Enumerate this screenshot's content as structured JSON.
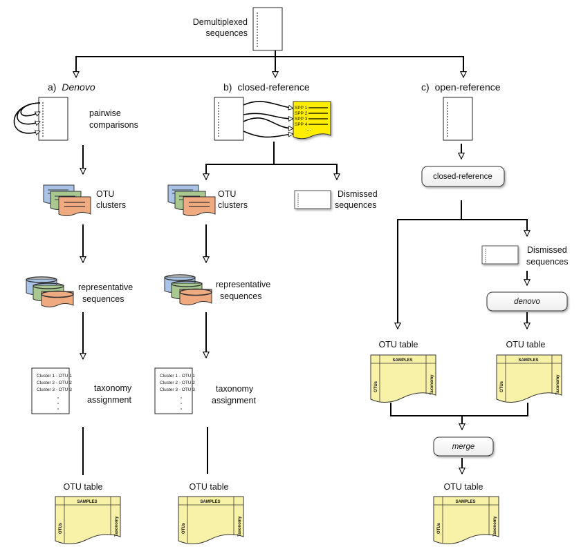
{
  "source": {
    "label_line1": "Demultiplexed",
    "label_line2": "sequences"
  },
  "branches": {
    "a": {
      "prefix": "a)",
      "title": "Denovo",
      "step1_line1": "pairwise",
      "step1_line2": "comparisons"
    },
    "b": {
      "prefix": "b)",
      "title": "closed-reference"
    },
    "c": {
      "prefix": "c)",
      "title": "open-reference"
    }
  },
  "labels": {
    "otu_line1": "OTU",
    "otu_line2": "clusters",
    "rep_line1": "representative",
    "rep_line2": "sequences",
    "tax_line1": "taxonomy",
    "tax_line2": "assignment",
    "dismissed_line1": "Dismissed",
    "dismissed_line2": "sequences",
    "otu_table": "OTU table"
  },
  "reference_db": {
    "entries": [
      "SPP 1",
      "SPP 2",
      "SPP 3",
      "SPP 4"
    ],
    "more": "..."
  },
  "taxonomy_list": {
    "rows": [
      "Cluster 1 - OTU 1",
      "Cluster 2 - OTU 2",
      "Cluster 3 - OTU 3"
    ]
  },
  "otu_table_headers": {
    "top": "SAMPLES",
    "left": "OTUs",
    "right": "Taxonomy"
  },
  "process_boxes": {
    "closed_reference": "closed-reference",
    "denovo": "denovo",
    "merge": "merge"
  },
  "colors": {
    "table_fill": "#f8f1a8",
    "db_fill": "#ffee00",
    "cluster_blue": "#a9c4e6",
    "cluster_green": "#a8c890",
    "cluster_orange": "#f0aa80"
  }
}
